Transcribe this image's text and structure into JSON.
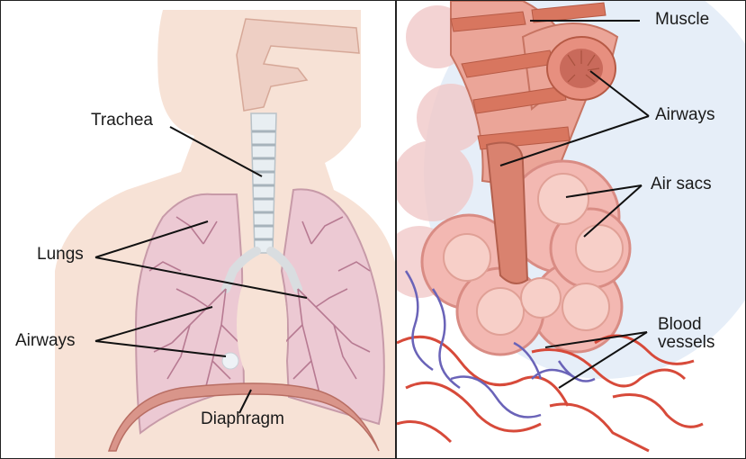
{
  "left_figure": {
    "labels": {
      "trachea": "Trachea",
      "lungs": "Lungs",
      "airways": "Airways",
      "diaphragm": "Diaphragm"
    }
  },
  "right_figure": {
    "labels": {
      "muscle": "Muscle",
      "airways": "Airways",
      "air_sacs": "Air sacs",
      "blood_vessels_line1": "Blood",
      "blood_vessels_line2": "vessels"
    }
  },
  "colors": {
    "body_silhouette": "#f7e2d6",
    "lung_fill": "#ecc9d3",
    "lung_vessels": "#b77a92",
    "trachea": "#e8eef2",
    "diaphragm": "#d9958a",
    "airway_tube": "#e89a86",
    "muscle_band": "#d8765f",
    "alveoli": "#f0b6b0",
    "vein_blue": "#6a63b8",
    "artery_red": "#d74a3a",
    "background_glow": "#e6eef8"
  }
}
